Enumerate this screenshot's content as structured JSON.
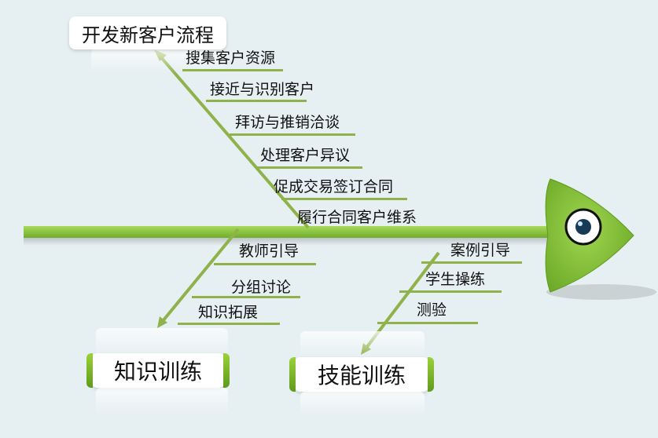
{
  "top_box": {
    "label": "开发新客户流程"
  },
  "top_branches": [
    "搜集客户资源",
    "接近与识别客户",
    "拜访与推销洽谈",
    "处理客户异议",
    "促成交易签订合同",
    "履行合同客户维系"
  ],
  "left_box": {
    "label": "知识训练"
  },
  "left_branches": [
    "教师引导",
    "分组讨论",
    "知识拓展"
  ],
  "right_box": {
    "label": "技能训练"
  },
  "right_branches": [
    "案例引导",
    "学生操练",
    "测验"
  ],
  "colors": {
    "spine": "#8cc63f",
    "bone": "#8fb24a",
    "fish_head": "#8cc63f",
    "background": "#e6eff2"
  }
}
